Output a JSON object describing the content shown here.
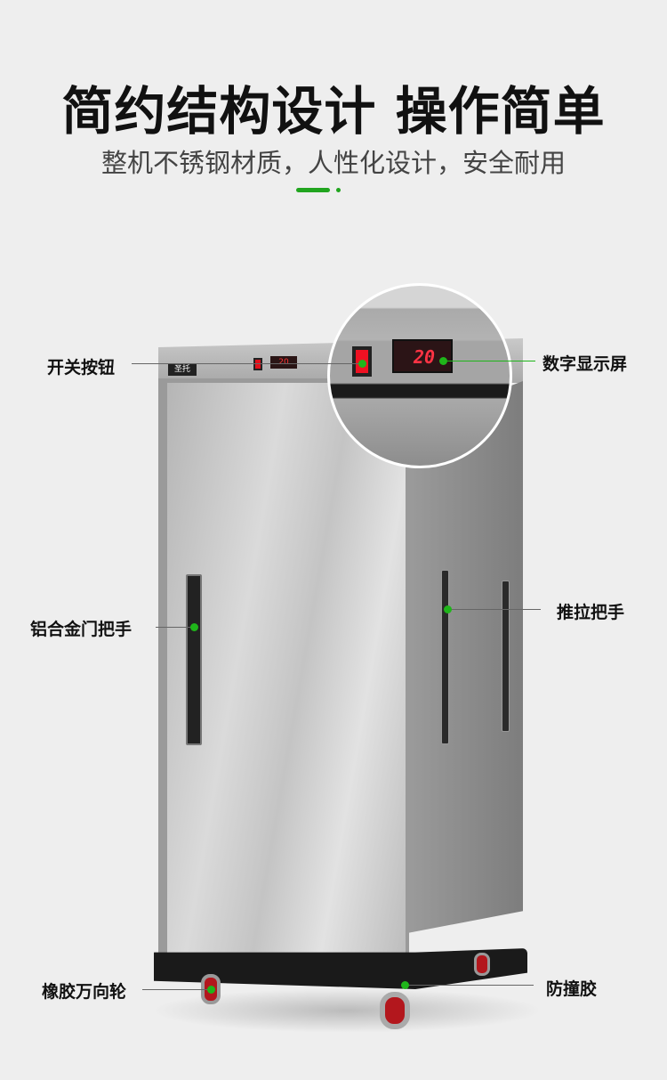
{
  "header": {
    "title": "简约结构设计 操作简单",
    "subtitle": "整机不锈钢材质，人性化设计，安全耐用"
  },
  "product": {
    "logo_text": "圣托",
    "display_value": "20"
  },
  "callouts": {
    "switch": "开关按钮",
    "display": "数字显示屏",
    "door_handle": "铝合金门把手",
    "push_handle": "推拉把手",
    "casters": "橡胶万向轮",
    "bumper": "防撞胶"
  },
  "colors": {
    "accent": "#21a51f",
    "background": "#eeeeee"
  }
}
